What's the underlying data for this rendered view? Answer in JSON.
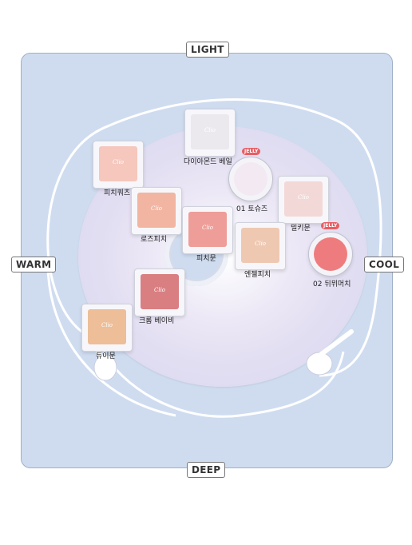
{
  "axes": {
    "top": "LIGHT",
    "bottom": "DEEP",
    "left": "WARM",
    "right": "COOL"
  },
  "brand": "Clio",
  "products": [
    {
      "name": "다이아몬드 베일",
      "type": "compact",
      "color": "#ece9ee"
    },
    {
      "name": "01 토슈즈",
      "type": "jar",
      "badge": "JELLY",
      "color": "#f3e9f2"
    },
    {
      "name": "피치쿼츠",
      "type": "compact",
      "color": "#f5c7bd"
    },
    {
      "name": "밀키문",
      "type": "compact",
      "color": "#f2d8d6"
    },
    {
      "name": "로즈피치",
      "type": "compact",
      "color": "#f2b5a2"
    },
    {
      "name": "피치문",
      "type": "compact",
      "color": "#ee9d98"
    },
    {
      "name": "엔젤피치",
      "type": "compact",
      "color": "#efc8b2"
    },
    {
      "name": "02 뒤뮈머치",
      "type": "jar",
      "badge": "JELLY",
      "color": "#ee7c7e"
    },
    {
      "name": "크롬 베이비",
      "type": "compact",
      "color": "#d97f82"
    },
    {
      "name": "듀이문",
      "type": "compact",
      "color": "#edbe97"
    }
  ]
}
